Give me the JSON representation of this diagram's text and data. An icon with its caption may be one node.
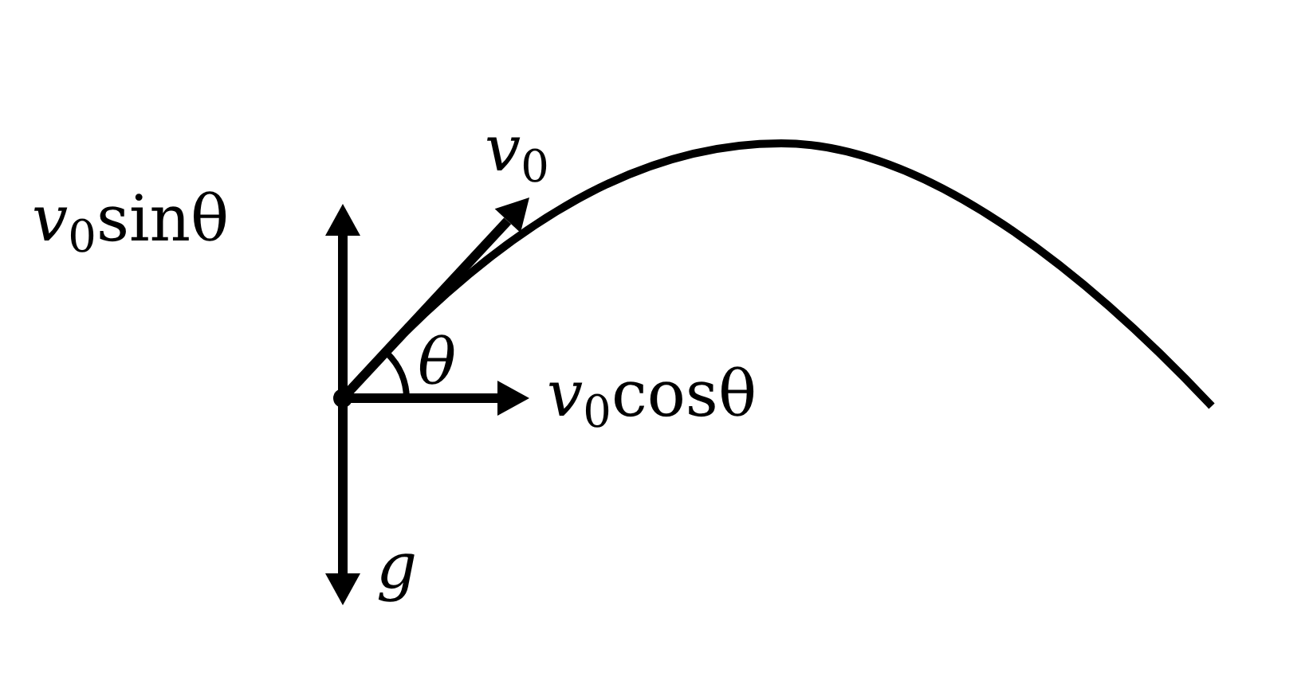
{
  "diagram": {
    "labels": [
      "*v*$_{0}$",
      "*v*$_{0}$sinθ",
      "θ",
      "*v*$_{0}$cosθ",
      "g"
    ]
  }
}
